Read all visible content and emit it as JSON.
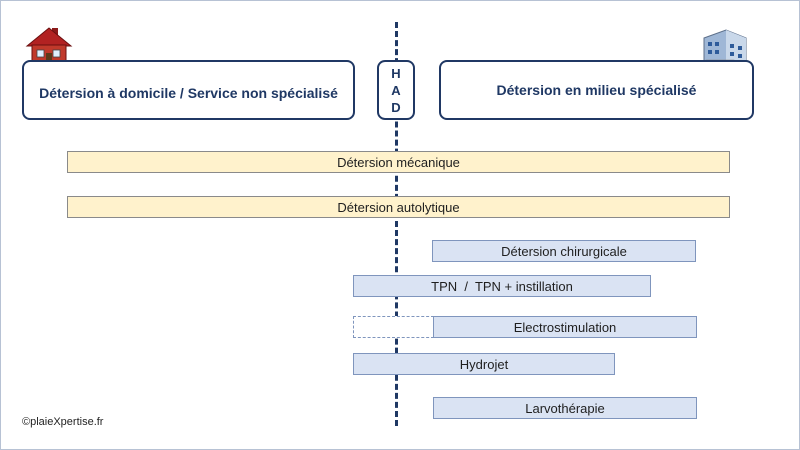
{
  "header": {
    "left_label": "Détersion à domicile / Service non spécialisé",
    "center_letters": [
      "H",
      "A",
      "D"
    ],
    "right_label": "Détersion en milieu spécialisé"
  },
  "bars": {
    "mecanique": "Détersion mécanique",
    "autolytique": "Détersion autolytique",
    "chirurgicale": "Détersion chirurgicale",
    "tpn": "TPN  /  TPN + instillation",
    "electrostimulation": "Electrostimulation",
    "hydrojet": "Hydrojet",
    "larvotherapie": "Larvothérapie"
  },
  "footer": {
    "copyright": "©plaieXpertise.fr"
  },
  "icons": {
    "left": "house-icon",
    "right": "hospital-icon"
  },
  "colors": {
    "navy": "#1f3864",
    "bar_yellow": "#fff2cc",
    "bar_blue": "#dae3f3"
  }
}
